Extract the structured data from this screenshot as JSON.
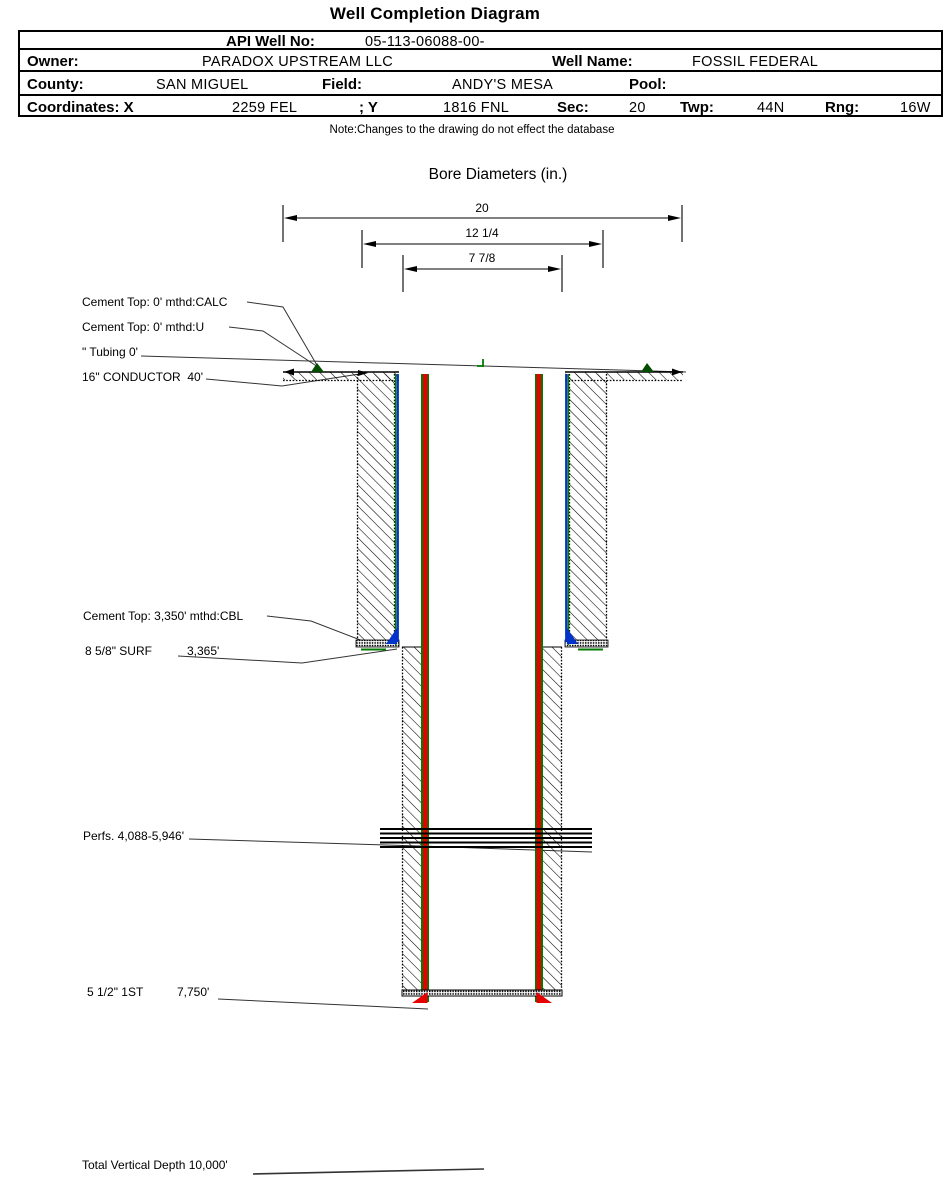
{
  "title": "Well Completion Diagram",
  "header_table": {
    "api_label": "API Well No:",
    "api_value": "05-113-06088-00-",
    "owner_label": "Owner:",
    "owner_value": "PARADOX UPSTREAM LLC",
    "well_name_label": "Well Name:",
    "well_name_value": "FOSSIL FEDERAL",
    "county_label": "County:",
    "county_value": "SAN MIGUEL",
    "field_label": "Field:",
    "field_value": "ANDY'S MESA",
    "pool_label": "Pool:",
    "pool_value": "",
    "coordinates_label": "Coordinates: X",
    "x_value": "2259 FEL",
    "y_label": "; Y",
    "y_value": "1816 FNL",
    "sec_label": "Sec:",
    "sec_value": "20",
    "twp_label": "Twp:",
    "twp_value": "44N",
    "rng_label": "Rng:",
    "rng_value": "16W"
  },
  "note": "Note:Changes to the drawing do not effect the database",
  "diagram": {
    "bore_diameters_title": "Bore Diameters (in.)",
    "bore_diameters": [
      "20",
      "12 1/4",
      "7 7/8"
    ],
    "annotations": {
      "cement_top_calc": "Cement Top: 0' mthd:CALC",
      "cement_top_u": "Cement Top: 0' mthd:U",
      "tubing": "\" Tubing 0'",
      "conductor": "16\" CONDUCTOR  40'",
      "cement_top_cbl": "Cement Top: 3,350' mthd:CBL",
      "surf_casing": "8 5/8\" SURF",
      "surf_depth": "3,365'",
      "perfs": "Perfs. 4,088-5,946'",
      "first_casing": "5 1/2\" 1ST",
      "first_depth": "7,750'",
      "total_vertical_depth": "Total Vertical Depth 10,000'"
    }
  },
  "colors": {
    "tubing_red": "#e60000",
    "casing_blue": "#0033cc",
    "casing_green": "#007a00",
    "cement_marker_green": "#004d00",
    "line_black": "#000000"
  }
}
